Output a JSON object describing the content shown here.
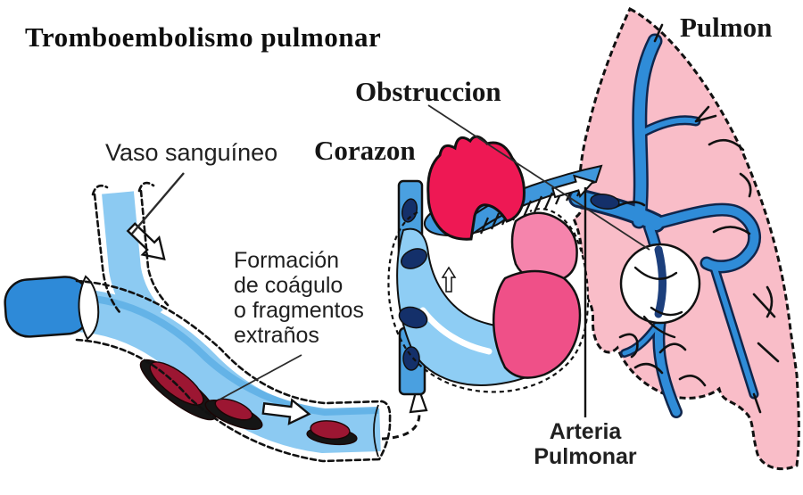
{
  "title": "Tromboembolismo pulmonar",
  "labels": {
    "vaso_sanguineo": "Vaso sanguíneo",
    "corazon": "Corazon",
    "obstruccion": "Obstruccion",
    "pulmon": "Pulmon",
    "formacion_coagulo": "Formación\nde coágulo\no fragmentos\nextraños",
    "arteria_pulmonar": "Arteria\nPulmonar"
  },
  "colors": {
    "background": "#ffffff",
    "lung_pink": "#f9bdc8",
    "lung_vessel_blue": "#2f8cd8",
    "vessel_light_blue": "#8ccaf2",
    "vessel_wall_shade": "#5fb0e6",
    "vessel_dark_blue": "#2e8ad8",
    "heart_red": "#ee1854",
    "heart_pink_atrium": "#f584ac",
    "heart_pink_ventricle": "#ef5088",
    "heart_light_blue": "#8ecdf4",
    "vena_cava_blue": "#4aa0e0",
    "pulmonary_trunk_blue": "#3f97dc",
    "clot_red": "#9c1632",
    "clot_navy": "#14306a",
    "outline_black": "#111111",
    "label_text": "#1a1a1a"
  }
}
